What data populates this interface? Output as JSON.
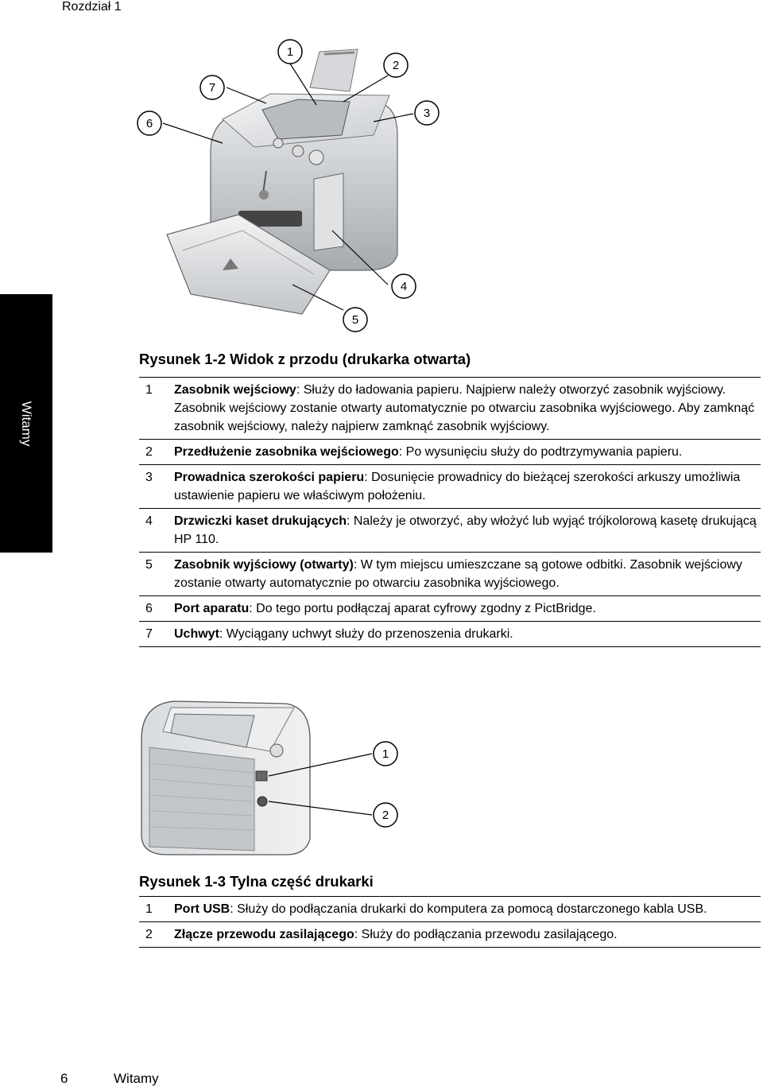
{
  "header": {
    "chapter": "Rozdział 1"
  },
  "side_tab": {
    "label": "Witamy"
  },
  "figure1": {
    "callouts": [
      "1",
      "2",
      "3",
      "4",
      "5",
      "6",
      "7"
    ]
  },
  "caption1": "Rysunek 1-2 Widok z przodu (drukarka otwarta)",
  "legend1": [
    {
      "num": "1",
      "term": "Zasobnik wejściowy",
      "desc": ": Służy do ładowania papieru. Najpierw należy otworzyć zasobnik wyjściowy. Zasobnik wejściowy zostanie otwarty automatycznie po otwarciu zasobnika wyjściowego. Aby zamknąć zasobnik wejściowy, należy najpierw zamknąć zasobnik wyjściowy."
    },
    {
      "num": "2",
      "term": "Przedłużenie zasobnika wejściowego",
      "desc": ": Po wysunięciu służy do podtrzymywania papieru."
    },
    {
      "num": "3",
      "term": "Prowadnica szerokości papieru",
      "desc": ": Dosunięcie prowadnicy do bieżącej szerokości arkuszy umożliwia ustawienie papieru we właściwym położeniu."
    },
    {
      "num": "4",
      "term": "Drzwiczki kaset drukujących",
      "desc": ": Należy je otworzyć, aby włożyć lub wyjąć trójkolorową kasetę drukującą HP 110."
    },
    {
      "num": "5",
      "term": "Zasobnik wyjściowy (otwarty)",
      "desc": ": W tym miejscu umieszczane są gotowe odbitki. Zasobnik wejściowy zostanie otwarty automatycznie po otwarciu zasobnika wyjściowego."
    },
    {
      "num": "6",
      "term": "Port aparatu",
      "desc": ": Do tego portu podłączaj aparat cyfrowy zgodny z PictBridge."
    },
    {
      "num": "7",
      "term": "Uchwyt",
      "desc": ": Wyciągany uchwyt służy do przenoszenia drukarki."
    }
  ],
  "figure2": {
    "callouts": [
      "1",
      "2"
    ]
  },
  "caption2": "Rysunek 1-3 Tylna część drukarki",
  "legend2": [
    {
      "num": "1",
      "term": "Port USB",
      "desc": ": Służy do podłączania drukarki do komputera za pomocą dostarczonego kabla USB."
    },
    {
      "num": "2",
      "term": "Złącze przewodu zasilającego",
      "desc": ": Służy do podłączania przewodu zasilającego."
    }
  ],
  "footer": {
    "page_number": "6",
    "title": "Witamy"
  }
}
